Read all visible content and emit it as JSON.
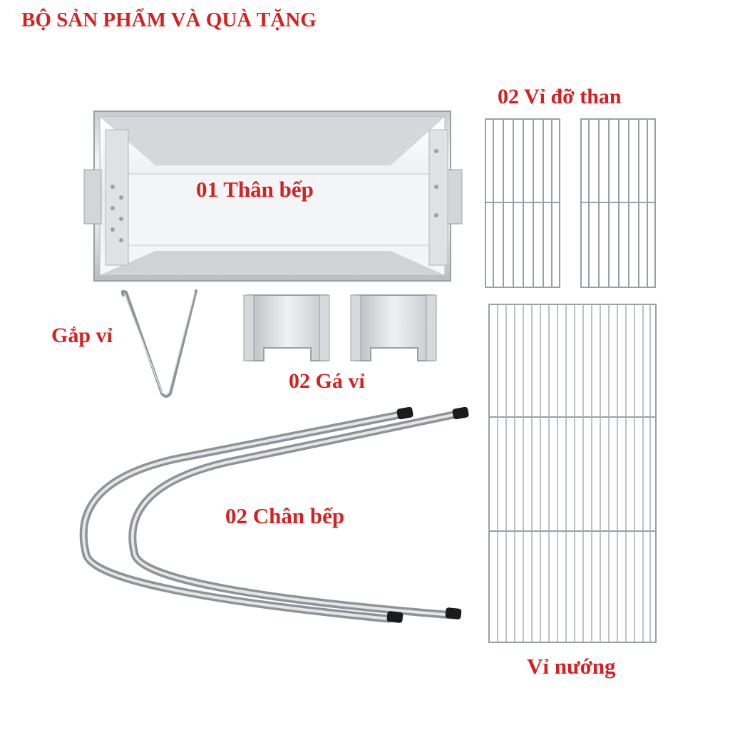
{
  "title": "BỘ SẢN PHẨM VÀ QUÀ TẶNG",
  "labels": {
    "body": "01 Thân bếp",
    "charcoal_racks": "02 Vỉ đỡ than",
    "tongs": "Gắp vỉ",
    "holders": "02 Gá vỉ",
    "legs": "02 Chân bếp",
    "grill": "Vỉ nướng"
  },
  "colors": {
    "label_red": "#d81f1f",
    "steel_light": "#eceef0",
    "steel_dark": "#8a8e92",
    "rubber_cap": "#1b1b1b"
  }
}
